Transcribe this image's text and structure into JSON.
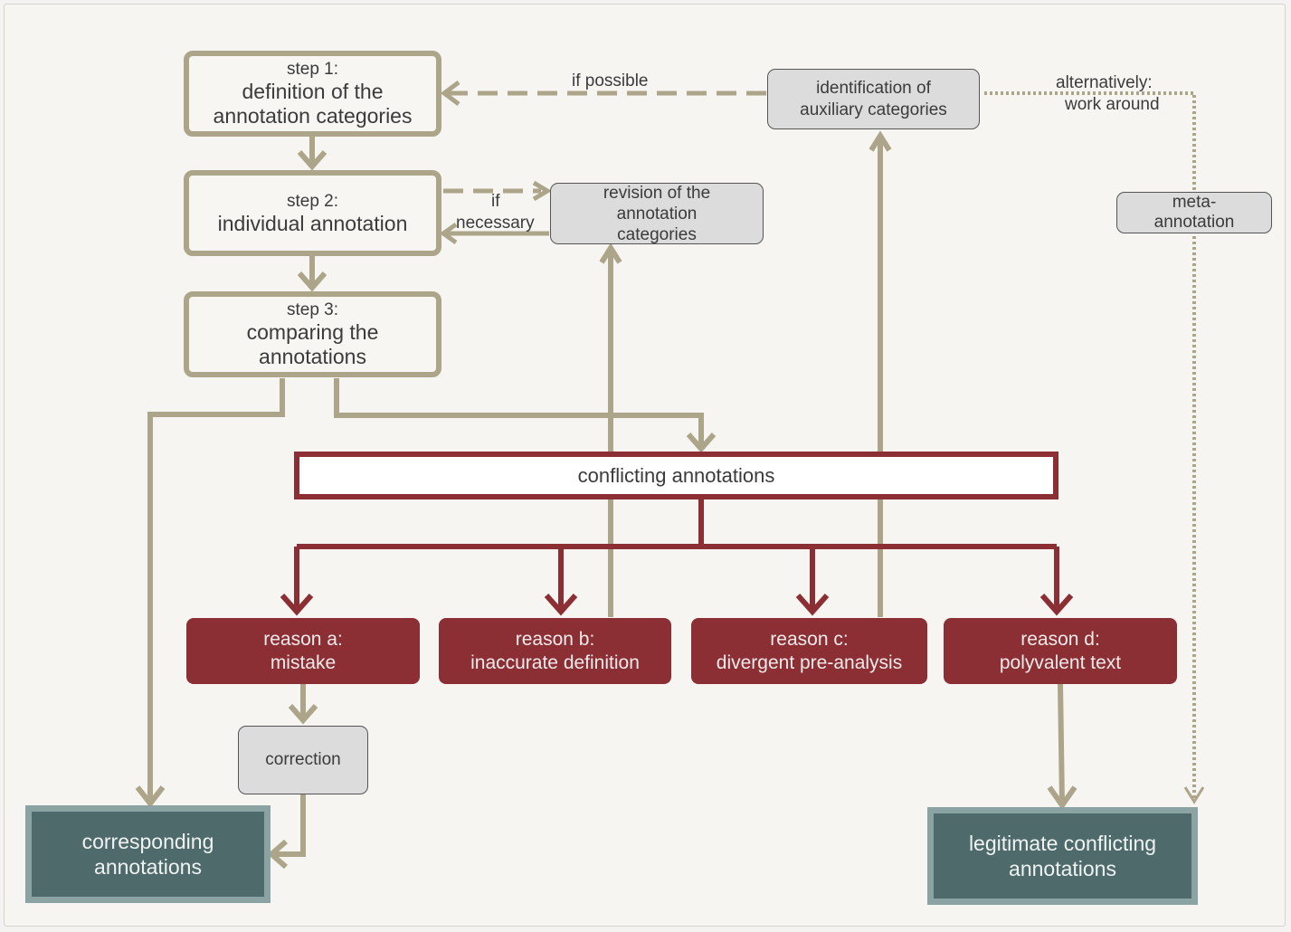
{
  "steps": [
    {
      "label": "step 1:",
      "title_lines": [
        "definition of the",
        "annotation categories"
      ]
    },
    {
      "label": "step 2:",
      "title_lines": [
        "individual annotation"
      ]
    },
    {
      "label": "step 3:",
      "title_lines": [
        "comparing the",
        "annotations"
      ]
    }
  ],
  "auxiliary": {
    "lines": [
      "identification of",
      "auxiliary categories"
    ]
  },
  "revision": {
    "lines": [
      "revision of the",
      "annotation",
      "categories"
    ]
  },
  "meta": {
    "lines": [
      "meta-",
      "annotation"
    ]
  },
  "conflict": {
    "label": "conflicting annotations"
  },
  "reasons": [
    {
      "label": "reason a:",
      "text": "mistake"
    },
    {
      "label": "reason b:",
      "text": "inaccurate definition"
    },
    {
      "label": "reason c:",
      "text": "divergent pre-analysis"
    },
    {
      "label": "reason d:",
      "text": "polyvalent text"
    }
  ],
  "correction": {
    "label": "correction"
  },
  "results": {
    "corresponding": {
      "lines": [
        "corresponding",
        "annotations"
      ]
    },
    "legitimate": {
      "lines": [
        "legitimate conflicting",
        "annotations"
      ]
    }
  },
  "edge_labels": {
    "if_possible": "if possible",
    "alternatively_1": "alternatively:",
    "alternatively_2": "work around",
    "if_necessary_1": "if",
    "if_necessary_2": "necessary"
  },
  "colors": {
    "step_border": "#ada58a",
    "conflict_red": "#8b2f35",
    "result_teal": "#4e6a6a",
    "result_border": "#8ba3a3",
    "grey_box": "#dcdcdc"
  }
}
